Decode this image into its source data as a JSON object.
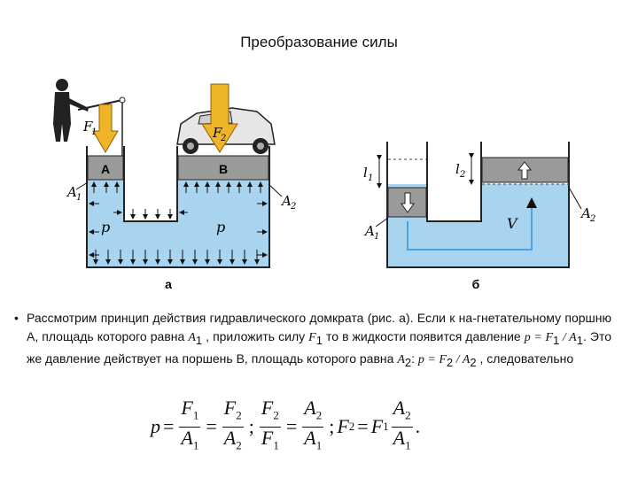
{
  "title": "Преобразование силы",
  "figure_a": {
    "caption": "а",
    "piston_a": "A",
    "piston_b": "B",
    "force_1": "F",
    "force_1_sub": "1",
    "force_2": "F",
    "force_2_sub": "2",
    "area_1": "A",
    "area_1_sub": "1",
    "area_2": "A",
    "area_2_sub": "2",
    "pressure_left": "p",
    "pressure_right": "p"
  },
  "figure_b": {
    "caption": "б",
    "l1": "l",
    "l1_sub": "1",
    "l2": "l",
    "l2_sub": "2",
    "area_1": "A",
    "area_1_sub": "1",
    "area_2": "A",
    "area_2_sub": "2",
    "volume": "V"
  },
  "paragraph": {
    "bullet": "•",
    "t1": "Рассмотрим принцип действия гидравлического домкрата (рис. а). Если к на-гнетательному поршню А, площадь которого равна ",
    "a1": "A",
    "a1_sub": "1",
    "t2": " , приложить силу ",
    "f1": "F",
    "f1_sub": "1",
    "t3": " то в жидкости появится давление ",
    "eq1": "p = F",
    "eq1_sub": "1",
    "eq1_mid": " / A",
    "eq1_sub2": "1",
    "t4": ". Это же давление действует на поршень В, площадь которого равна ",
    "a2": "A",
    "a2_sub": "2",
    "t5": ": ",
    "eq2": "p = F",
    "eq2_sub": "2",
    "eq2_mid": " / A",
    "eq2_sub2": "2",
    "t6": " , следовательно"
  },
  "formula": {
    "p": "p",
    "eq": "=",
    "f1": "F",
    "f1_sub": "1",
    "a1": "A",
    "a1_sub": "1",
    "f2": "F",
    "f2_sub": "2",
    "a2": "A",
    "a2_sub": "2",
    "sep": ";",
    "end": "."
  },
  "colors": {
    "liquid": "#a9d4f0",
    "liquid_dark": "#4aa3df",
    "piston": "#9a9a9a",
    "arrow_yellow": "#f0b429",
    "wall": "#222222"
  }
}
